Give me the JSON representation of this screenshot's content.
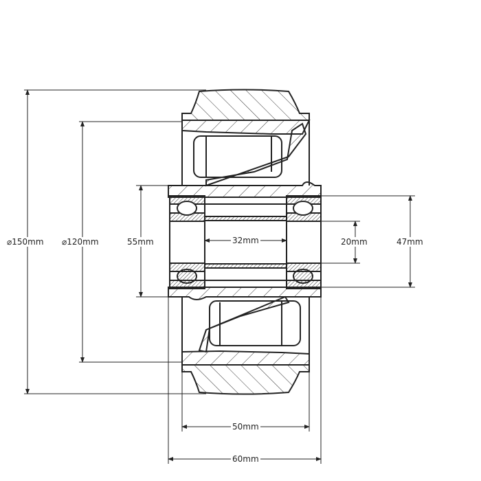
{
  "drawing": {
    "labels": {
      "outer_diameter": "⌀150mm",
      "tread_diameter": "⌀120mm",
      "hub_length": "55mm",
      "bore_width": "32mm",
      "axle_diameter": "20mm",
      "bearing_od": "47mm",
      "tread_width": "50mm",
      "hub_width": "60mm"
    },
    "line_color": "#222222"
  }
}
